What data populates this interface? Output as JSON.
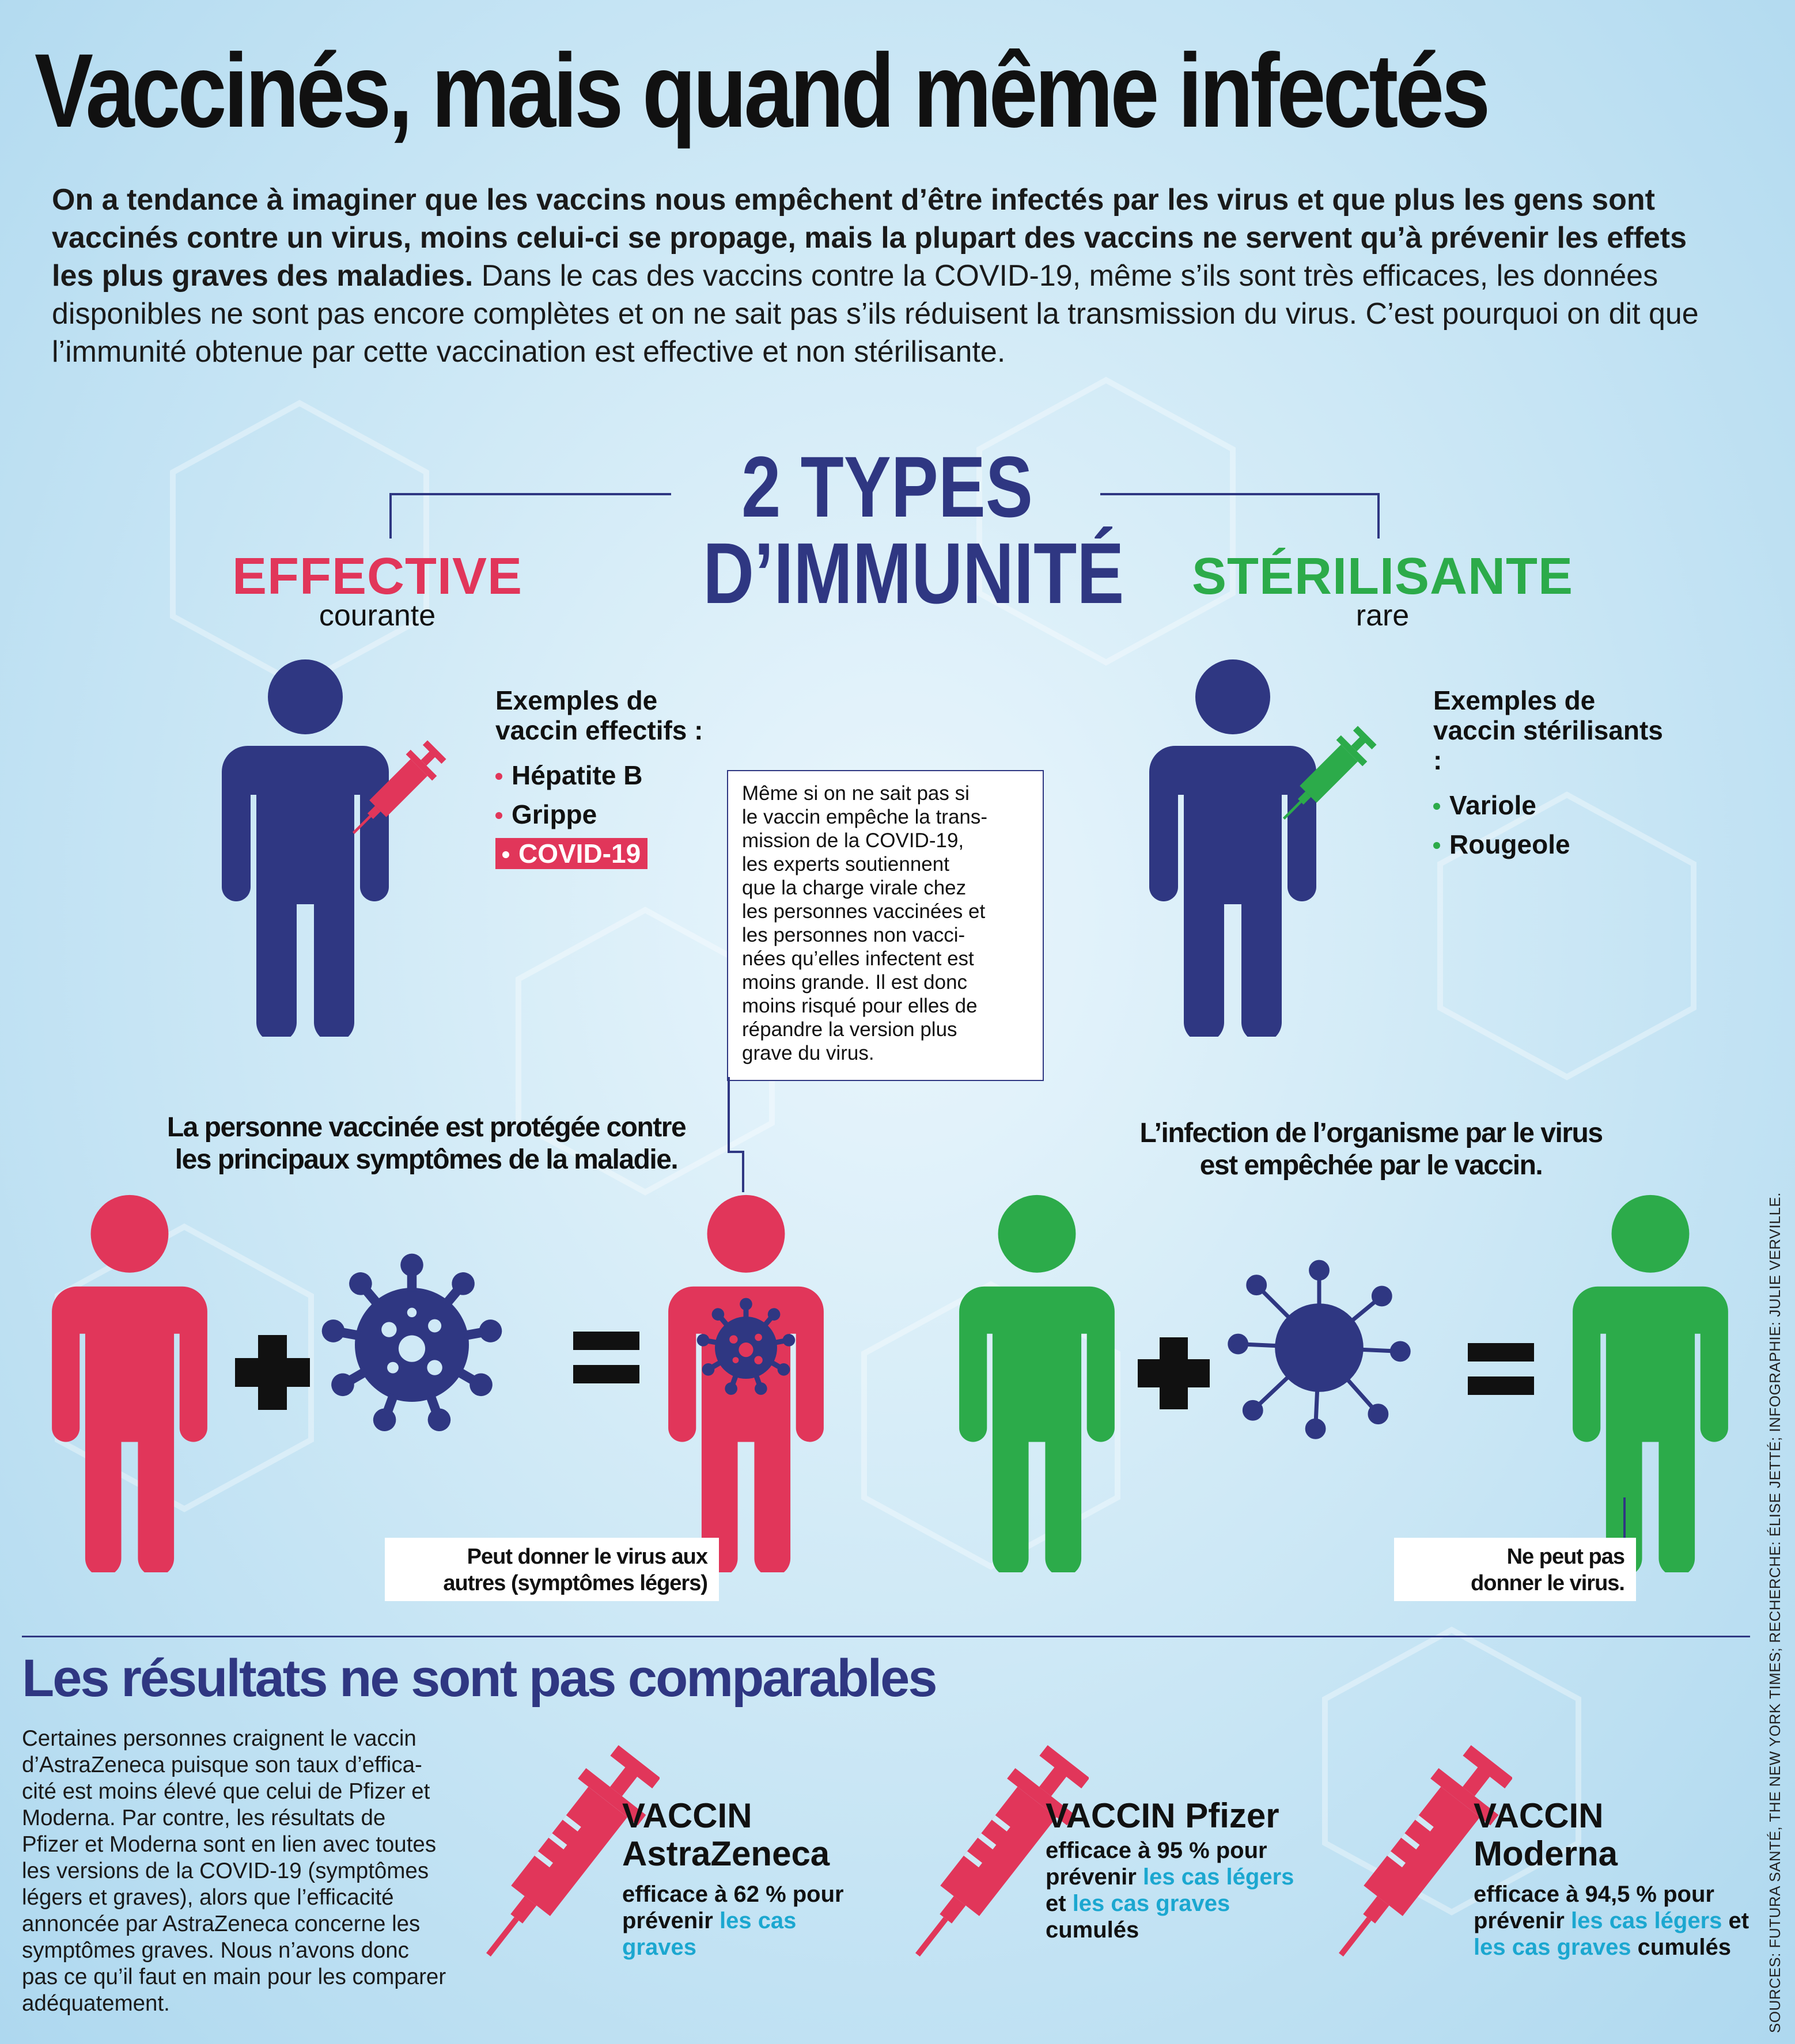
{
  "title": "Vaccinés, mais quand même infectés",
  "intro": {
    "bold": "On a tendance à imaginer que les vaccins nous empêchent d’être infectés par les virus et que plus les gens sont vaccinés contre un virus, moins celui-ci se propage, mais la plupart des vaccins ne servent qu’à prévenir les effets les plus graves des maladies.",
    "regular": " Dans le cas des vaccins contre la COVID-19, même s’ils sont très efficaces, les données disponibles ne sont pas encore complètes et on ne sait pas s’ils réduisent la transmission du virus. C’est pourquoi on dit que l’immunité obtenue par cette vaccination est effective et non stérilisante."
  },
  "types": {
    "line1": "2 TYPES",
    "line2": "D’IMMUNITÉ"
  },
  "effective": {
    "heading": "EFFECTIVE",
    "sub": "courante",
    "examples_title_1": "Exemples de",
    "examples_title_2": "vaccin effectifs :",
    "examples": [
      "Hépatite B",
      "Grippe",
      "COVID-19"
    ],
    "caption_1": "La personne vaccinée est protégée contre",
    "caption_2": "les principaux symptômes de la maladie.",
    "result_1": "Peut donner le virus aux",
    "result_2": "autres (symptômes légers)"
  },
  "sterilisante": {
    "heading": "STÉRILISANTE",
    "sub": "rare",
    "examples_title_1": "Exemples de",
    "examples_title_2": "vaccin stérilisants :",
    "examples": [
      "Variole",
      "Rougeole"
    ],
    "caption_1": "L’infection de l’organisme par le virus",
    "caption_2": "est empêchée par le vaccin.",
    "result_1": "Ne peut pas",
    "result_2": "donner le virus."
  },
  "note_lines": [
    "Même si on ne sait pas si",
    "le vaccin empêche la trans-",
    "mission de la COVID-19,",
    "les experts soutiennent",
    "que la charge virale chez",
    "les personnes vaccinées et",
    "les personnes non vacci-",
    "nées qu’elles infectent est",
    "moins grande. Il est donc",
    "moins risqué pour elles de",
    "répandre la version plus",
    "grave du virus."
  ],
  "results": {
    "title": "Les résultats ne sont pas comparables",
    "body": "Certaines personnes craignent le vaccin d’AstraZeneca puisque son taux d’effica-cité est moins élevé que celui de Pfizer et Moderna. Par contre, les résultats de Pfizer et Moderna sont en lien avec toutes les versions de la COVID-19 (symptômes légers et graves), alors que l’efficacité annoncée par AstraZeneca concerne les symptômes graves. Nous n’avons donc pas ce qu’il faut en main pour les comparer adéquatement.",
    "vaccines": [
      {
        "name_1": "VACCIN",
        "name_2": "AstraZeneca",
        "pre": "efficace à 62 % pour prévenir ",
        "hl1": "les cas graves",
        "mid": "",
        "hl2": "",
        "post": ""
      },
      {
        "name_1": "VACCIN Pfizer",
        "name_2": "",
        "pre": "efficace à 95 % pour prévenir ",
        "hl1": "les cas légers",
        "mid": " et ",
        "hl2": "les cas graves",
        "post": " cumulés"
      },
      {
        "name_1": "VACCIN",
        "name_2": "Moderna",
        "pre": "efficace à 94,5 % pour prévenir ",
        "hl1": "les cas légers",
        "mid": " et ",
        "hl2": "les cas graves",
        "post": " cumulés"
      }
    ]
  },
  "sources": "SOURCES: FUTURA SANTÉ, THE NEW YORK TIMES; RECHERCHE: ÉLISE JETTÉ; INFOGRAPHIE: JULIE VERVILLE.",
  "colors": {
    "red": "#e1365a",
    "green": "#2cab4a",
    "navy": "#2f3782",
    "cyan": "#1ba7d0"
  },
  "icons": [
    "person-icon",
    "syringe-icon",
    "virus-icon",
    "plus-icon",
    "equals-icon"
  ]
}
